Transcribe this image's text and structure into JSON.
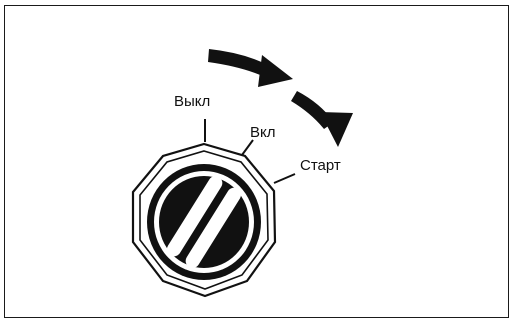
{
  "figure": {
    "description_kind": "ignition-switch-diagram",
    "positions": {
      "off_label": "Выкл",
      "on_label": "Вкл",
      "start_label": "Старт"
    },
    "rotation_direction": "clockwise",
    "icons": {
      "arrow": "curved-arrow-icon",
      "switch": "ignition-switch-icon"
    },
    "colors": {
      "ink": "#111111",
      "background": "#ffffff"
    }
  }
}
